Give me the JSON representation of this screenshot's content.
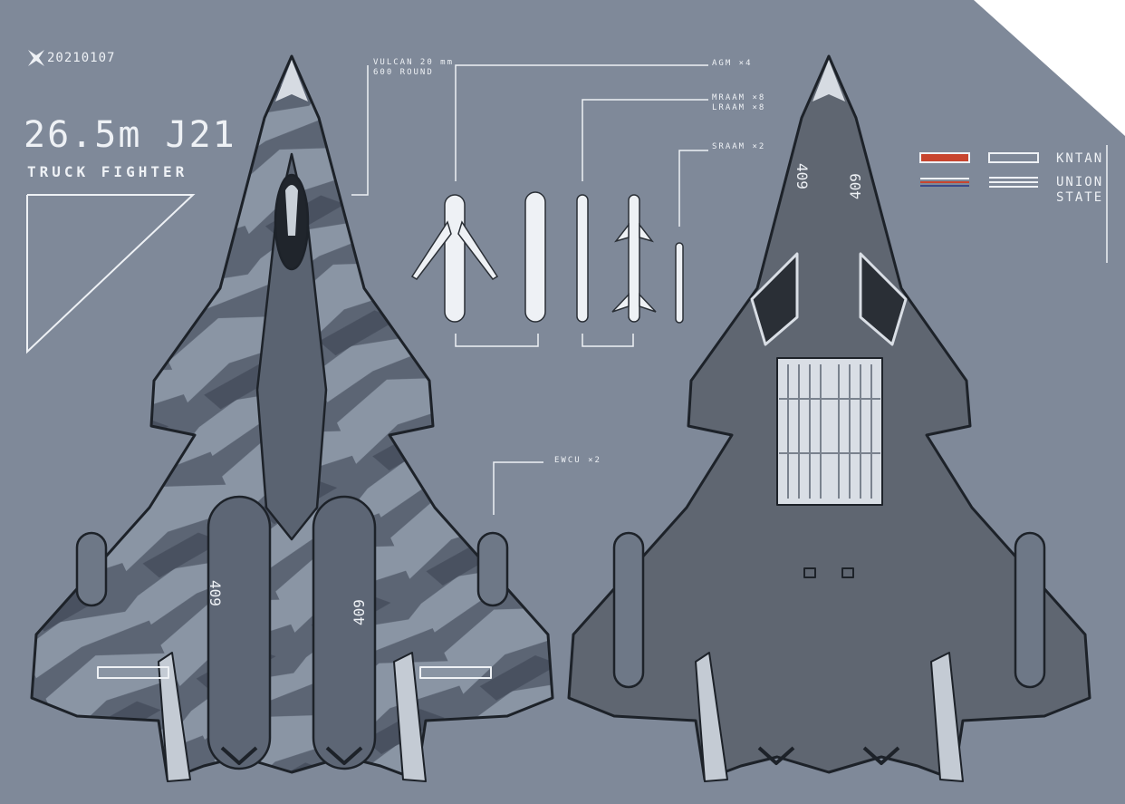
{
  "header": {
    "date": "20210107",
    "title": "26.5m J21",
    "subtitle": "TRUCK FIGHTER"
  },
  "callouts": {
    "gun": [
      "VULCAN 20 mm",
      "600 ROUND"
    ],
    "agm": "AGM ×4",
    "aam": [
      "MRAAM ×8",
      "LRAAM ×8"
    ],
    "sraam": "SRAAM ×2",
    "ewcu": "EWCU ×2"
  },
  "legend": {
    "kntan": "KNTAN",
    "union": [
      "UNION",
      "STATE"
    ]
  },
  "aircraft": {
    "tail_number": "409"
  },
  "icons": [
    "logo-star-icon",
    "roundel-flag-icon"
  ],
  "colors": {
    "background": "#7f8999",
    "camo_dark": "#596270",
    "camo_light": "#8e98a6",
    "underside": "#5e6570",
    "line": "#eef1f5",
    "flag_red": "#c8452f",
    "flag_blue": "#3a4a8a"
  }
}
